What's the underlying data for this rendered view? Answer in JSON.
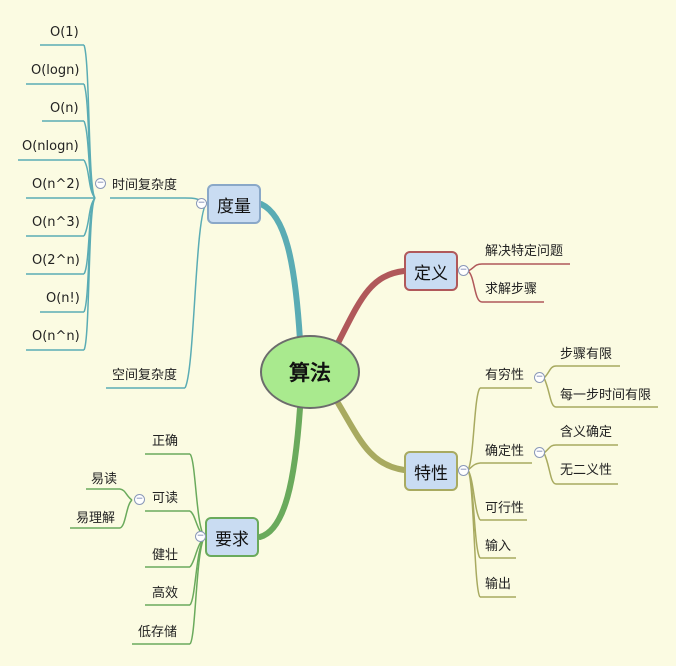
{
  "root": "算法",
  "branches": {
    "measure": {
      "label": "度量",
      "time_complexity": {
        "label": "时间复杂度",
        "items": [
          "O(1)",
          "O(logn)",
          "O(n)",
          "O(nlogn)",
          "O(n^2)",
          "O(n^3)",
          "O(2^n)",
          "O(n!)",
          "O(n^n)"
        ]
      },
      "space_complexity": "空间复杂度"
    },
    "definition": {
      "label": "定义",
      "items": [
        "解决特定问题",
        "求解步骤"
      ]
    },
    "characteristics": {
      "label": "特性",
      "finiteness": {
        "label": "有穷性",
        "items": [
          "步骤有限",
          "每一步时间有限"
        ]
      },
      "determinism": {
        "label": "确定性",
        "items": [
          "含义确定",
          "无二义性"
        ]
      },
      "feasibility": "可行性",
      "input": "输入",
      "output": "输出"
    },
    "requirements": {
      "label": "要求",
      "correct": "正确",
      "readable": {
        "label": "可读",
        "items": [
          "易读",
          "易理解"
        ]
      },
      "robust": "健壮",
      "efficient": "高效",
      "low_storage": "低存储"
    }
  },
  "colors": {
    "background": "#fbfbe2",
    "measure": "#5aacb4",
    "definition": "#b0585a",
    "characteristics": "#a8aa60",
    "requirements": "#6aaa5c",
    "topic_fill": "#c9dcf2",
    "root_fill": "#a9ea8e"
  }
}
